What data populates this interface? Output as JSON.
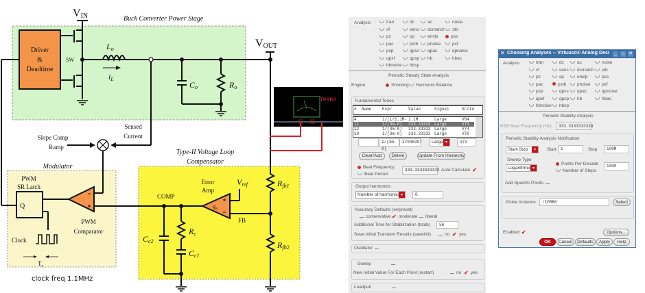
{
  "schematic": {
    "vin": "V",
    "vin_sub": "IN",
    "vout": "V",
    "vout_sub": "OUT",
    "power_stage_title": "Buck Converter Power Stage",
    "driver_line1": "Driver",
    "driver_line2": "&",
    "driver_line3": "Deadtime",
    "sw": "SW",
    "lo": "L",
    "lo_sub": "o",
    "il": "i",
    "il_sub": "L",
    "co": "C",
    "co_sub": "o",
    "ro": "R",
    "ro_sub": "o",
    "sensed_line1": "Sensed",
    "sensed_line2": "Current",
    "slope_line1": "Slope Comp",
    "slope_line2": "Ramp",
    "modulator_title": "Modulator",
    "latch_line1": "PWM",
    "latch_line2": "SR Latch",
    "latch_q": "Q",
    "clock": "Clock",
    "ts": "T",
    "ts_sub": "s",
    "comparator_line1": "PWM",
    "comparator_line2": "Comparator",
    "clock_freq": "clock freq 1.1MHz",
    "compensator_line1": "Type-II Voltage Loop",
    "compensator_line2": "Compensator",
    "comp": "COMP",
    "error_line1": "Error",
    "error_line2": "Amp",
    "gm": "g",
    "gm_sub": "m",
    "vref": "V",
    "vref_sub": "ref",
    "fb": "FB",
    "rc": "R",
    "rc_sub": "c",
    "cc1": "C",
    "cc1_sub": "c1",
    "cc2": "C",
    "cc2_sub": "c2",
    "rfb1": "R",
    "rfb1_sub": "fb1",
    "rfb2": "R",
    "rfb2_sub": "fb2",
    "probe_label": "IPRB0",
    "colors": {
      "power_stage_bg": "#d3f5c9",
      "compensator_bg": "#fbf53e",
      "modulator_bg": "#fbf6c9",
      "driver": "#f39449",
      "probe_wire": "#d4202a"
    }
  },
  "pss_form": {
    "analysis_label": "Analysis",
    "analyses": [
      "tran",
      "dc",
      "ac",
      "noise",
      "xf",
      "sens",
      "dcmatch",
      "stb",
      "pz",
      "sp",
      "envlp",
      "pss",
      "pac",
      "pstb",
      "pnoise",
      "pxf",
      "psp",
      "qpss",
      "qpac",
      "qpnoise",
      "qpxf",
      "qpsp",
      "hb",
      "hbac",
      "hbnoise",
      "hbsp"
    ],
    "selected": "pss",
    "section_title": "Periodic Steady State Analysis",
    "engine_label": "Engine",
    "engine_options": [
      "Shooting",
      "Harmonic Balance"
    ],
    "engine_selected": "Shooting",
    "fundamental_tones": {
      "title": "Fundamental Tones",
      "headers": [
        "#",
        "Name",
        "Expr",
        "Value",
        "Signal",
        "SrcId"
      ],
      "rows": [
        {
          "num": "4",
          "name": "",
          "expr": "1/(1/1.1M-",
          "value": "1.1M",
          "signal": "Large",
          "srcid": "V64"
        },
        {
          "num": "11",
          "name": "",
          "expr": "1/(3m-0)",
          "value": "333.33333",
          "signal": "Large",
          "srcid": "V73"
        },
        {
          "num": "12",
          "name": "",
          "expr": "1/(3m-0)",
          "value": "333.33333",
          "signal": "Large",
          "srcid": "V74"
        },
        {
          "num": "10",
          "name": "",
          "expr": "1/(3m-0)",
          "value": "333.33333",
          "signal": "Large",
          "srcid": "V70"
        }
      ],
      "selected_row": 1,
      "edit_name": "",
      "edit_expr": "1/(3m-0)",
      "edit_value": "27046397",
      "edit_signal": "Large",
      "edit_srcid": "V73",
      "buttons": [
        "Clear/Add",
        "Delete",
        "Update From Hierarchy"
      ],
      "beat_frequency_label": "Beat Frequency",
      "beat_period_label": "Beat Period",
      "beat_value": "333.3333333333",
      "auto_calculate_label": "Auto Calculate",
      "auto_calculate": true
    },
    "output_harmonics": {
      "title": "Output harmonics",
      "mode": "Number of harmonics",
      "value": "0"
    },
    "accuracy": {
      "title": "Accuracy Defaults (errpreset)",
      "options": [
        "conservative",
        "moderate",
        "liberal"
      ],
      "checked": "moderate",
      "tstab_label": "Additional Time for Stabilization (tstab)",
      "tstab_value": "5m",
      "saveinit_label": "Save Initial Transient Results (saveinit)",
      "no_label": "no",
      "yes_label": "yes"
    },
    "oscillator_label": "Oscillator",
    "sweep_label": "Sweep",
    "restart_label": "New Initial Value For Each Point (restart)",
    "loadpull_label": "Loadpull"
  },
  "pstb_dialog": {
    "title": "Choosing Analyses -- Virtuoso® Analog Desi",
    "analysis_label": "Analysis",
    "selected": "pstb",
    "section_title": "Periodic Stability Analysis",
    "beat_freq_label": "PSS Beat Frequency (Hz)",
    "beat_freq_value": "333.3333333333",
    "notification_title": "Periodic Stability Analysis Notification",
    "range_mode": "Start-Stop",
    "start_label": "Start",
    "start_value": "1",
    "stop_label": "Stop",
    "stop_value": "100M",
    "sweep_type_label": "Sweep Type",
    "sweep_type": "Logarithmic",
    "points_per_decade_label": "Points Per Decade",
    "number_of_steps_label": "Number of Steps",
    "points_value": "1000",
    "add_points_label": "Add Specific Points",
    "probe_label": "Probe Instance",
    "probe_value": "/IPRB0",
    "select_label": "Select",
    "enabled_label": "Enabled",
    "options_label": "Options...",
    "buttons": [
      "OK",
      "Cancel",
      "Defaults",
      "Apply",
      "Help"
    ],
    "title_bar_color": "#3a6ea5"
  }
}
